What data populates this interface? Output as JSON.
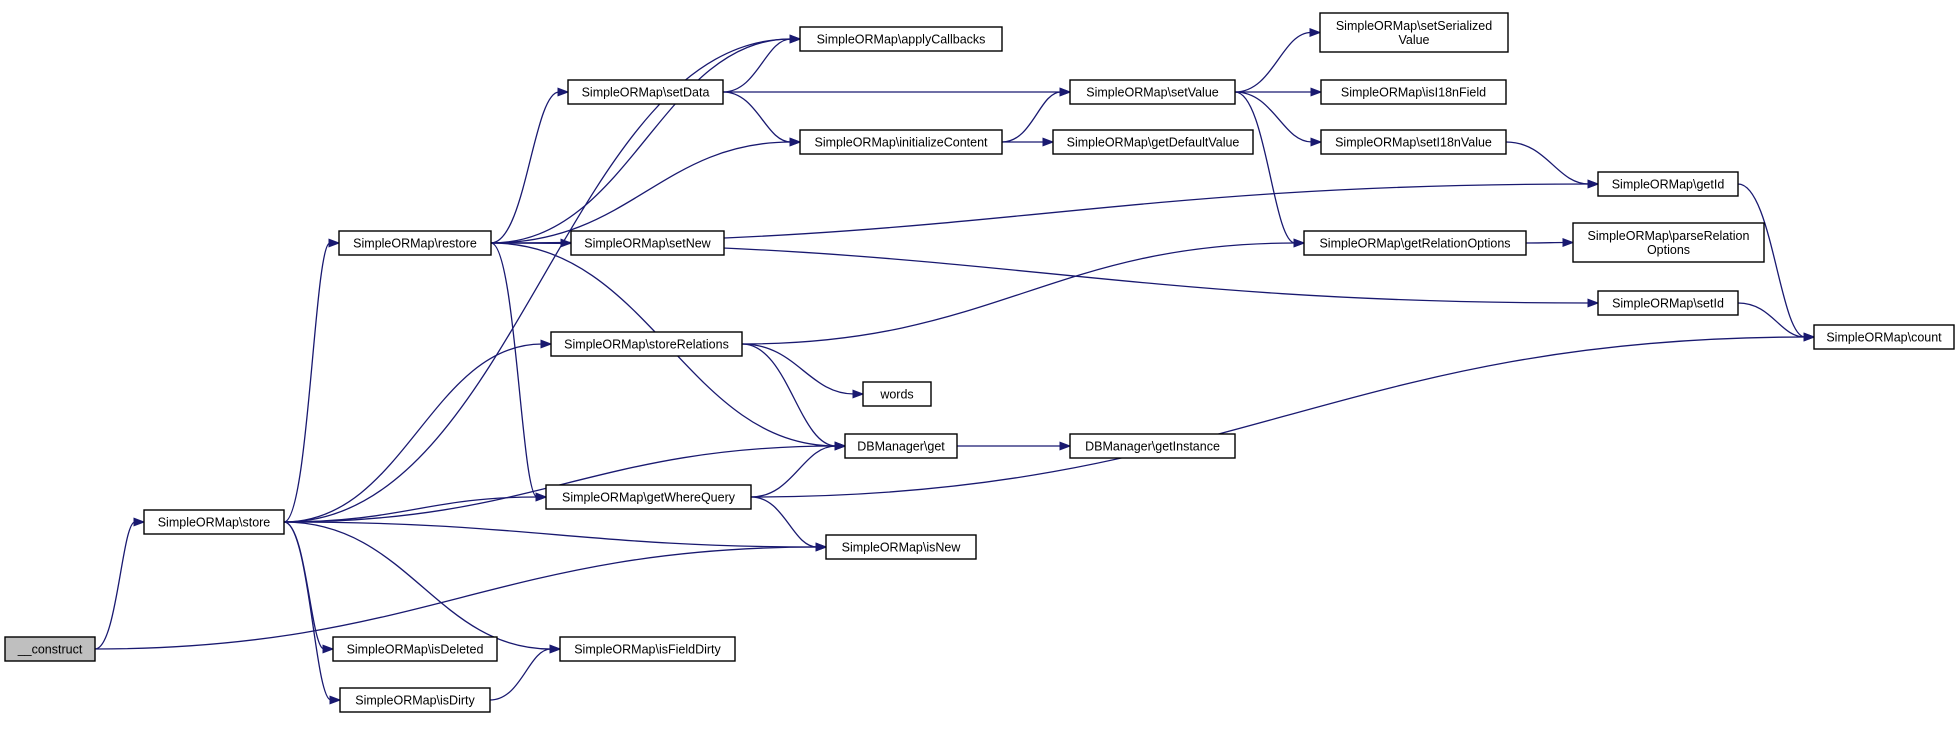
{
  "graph": {
    "colors": {
      "edge": "#191970",
      "node_border": "#000000",
      "node_fill": "#ffffff",
      "start_fill": "#bfbfbf"
    },
    "nodes": [
      {
        "id": "construct",
        "lines": [
          "__construct"
        ],
        "start": true
      },
      {
        "id": "store",
        "lines": [
          "SimpleORMap\\store"
        ]
      },
      {
        "id": "restore",
        "lines": [
          "SimpleORMap\\restore"
        ]
      },
      {
        "id": "setData",
        "lines": [
          "SimpleORMap\\setData"
        ]
      },
      {
        "id": "applyCallbacks",
        "lines": [
          "SimpleORMap\\applyCallbacks"
        ]
      },
      {
        "id": "initializeContent",
        "lines": [
          "SimpleORMap\\initializeContent"
        ]
      },
      {
        "id": "setNew",
        "lines": [
          "SimpleORMap\\setNew"
        ]
      },
      {
        "id": "storeRelations",
        "lines": [
          "SimpleORMap\\storeRelations"
        ]
      },
      {
        "id": "getWhereQuery",
        "lines": [
          "SimpleORMap\\getWhereQuery"
        ]
      },
      {
        "id": "isDeleted",
        "lines": [
          "SimpleORMap\\isDeleted"
        ]
      },
      {
        "id": "isDirty",
        "lines": [
          "SimpleORMap\\isDirty"
        ]
      },
      {
        "id": "isFieldDirty",
        "lines": [
          "SimpleORMap\\isFieldDirty"
        ]
      },
      {
        "id": "dbGet",
        "lines": [
          "DBManager\\get"
        ]
      },
      {
        "id": "isNew",
        "lines": [
          "SimpleORMap\\isNew"
        ]
      },
      {
        "id": "words",
        "lines": [
          "words"
        ]
      },
      {
        "id": "getInstance",
        "lines": [
          "DBManager\\getInstance"
        ]
      },
      {
        "id": "setValue",
        "lines": [
          "SimpleORMap\\setValue"
        ]
      },
      {
        "id": "getDefaultValue",
        "lines": [
          "SimpleORMap\\getDefaultValue"
        ]
      },
      {
        "id": "getRelationOptions",
        "lines": [
          "SimpleORMap\\getRelationOptions"
        ]
      },
      {
        "id": "setSerializedValue",
        "lines": [
          "SimpleORMap\\setSerialized",
          "Value"
        ]
      },
      {
        "id": "isI18nField",
        "lines": [
          "SimpleORMap\\isI18nField"
        ]
      },
      {
        "id": "setI18nValue",
        "lines": [
          "SimpleORMap\\setI18nValue"
        ]
      },
      {
        "id": "getId",
        "lines": [
          "SimpleORMap\\getId"
        ]
      },
      {
        "id": "parseRelationOptions",
        "lines": [
          "SimpleORMap\\parseRelation",
          "Options"
        ]
      },
      {
        "id": "setId",
        "lines": [
          "SimpleORMap\\setId"
        ]
      },
      {
        "id": "count",
        "lines": [
          "SimpleORMap\\count"
        ]
      }
    ],
    "edges": [
      [
        "construct",
        "store"
      ],
      [
        "construct",
        "isNew"
      ],
      [
        "store",
        "applyCallbacks"
      ],
      [
        "store",
        "restore"
      ],
      [
        "store",
        "storeRelations"
      ],
      [
        "store",
        "dbGet"
      ],
      [
        "store",
        "getWhereQuery"
      ],
      [
        "store",
        "isNew"
      ],
      [
        "store",
        "isDeleted"
      ],
      [
        "store",
        "isFieldDirty"
      ],
      [
        "store",
        "isDirty"
      ],
      [
        "restore",
        "applyCallbacks"
      ],
      [
        "restore",
        "setData"
      ],
      [
        "restore",
        "initializeContent"
      ],
      [
        "restore",
        "getId"
      ],
      [
        "restore",
        "setNew"
      ],
      [
        "restore",
        "setId"
      ],
      [
        "restore",
        "dbGet"
      ],
      [
        "restore",
        "getWhereQuery"
      ],
      [
        "setData",
        "applyCallbacks"
      ],
      [
        "setData",
        "setValue"
      ],
      [
        "setData",
        "initializeContent"
      ],
      [
        "initializeContent",
        "setValue"
      ],
      [
        "initializeContent",
        "getDefaultValue"
      ],
      [
        "setValue",
        "setSerializedValue"
      ],
      [
        "setValue",
        "isI18nField"
      ],
      [
        "setValue",
        "setI18nValue"
      ],
      [
        "setValue",
        "getRelationOptions"
      ],
      [
        "setI18nValue",
        "getId"
      ],
      [
        "getId",
        "count"
      ],
      [
        "getRelationOptions",
        "parseRelationOptions"
      ],
      [
        "setId",
        "count"
      ],
      [
        "storeRelations",
        "getRelationOptions"
      ],
      [
        "storeRelations",
        "words"
      ],
      [
        "storeRelations",
        "dbGet"
      ],
      [
        "getWhereQuery",
        "dbGet"
      ],
      [
        "getWhereQuery",
        "isNew"
      ],
      [
        "getWhereQuery",
        "count"
      ],
      [
        "isDirty",
        "isFieldDirty"
      ],
      [
        "dbGet",
        "getInstance"
      ]
    ]
  }
}
